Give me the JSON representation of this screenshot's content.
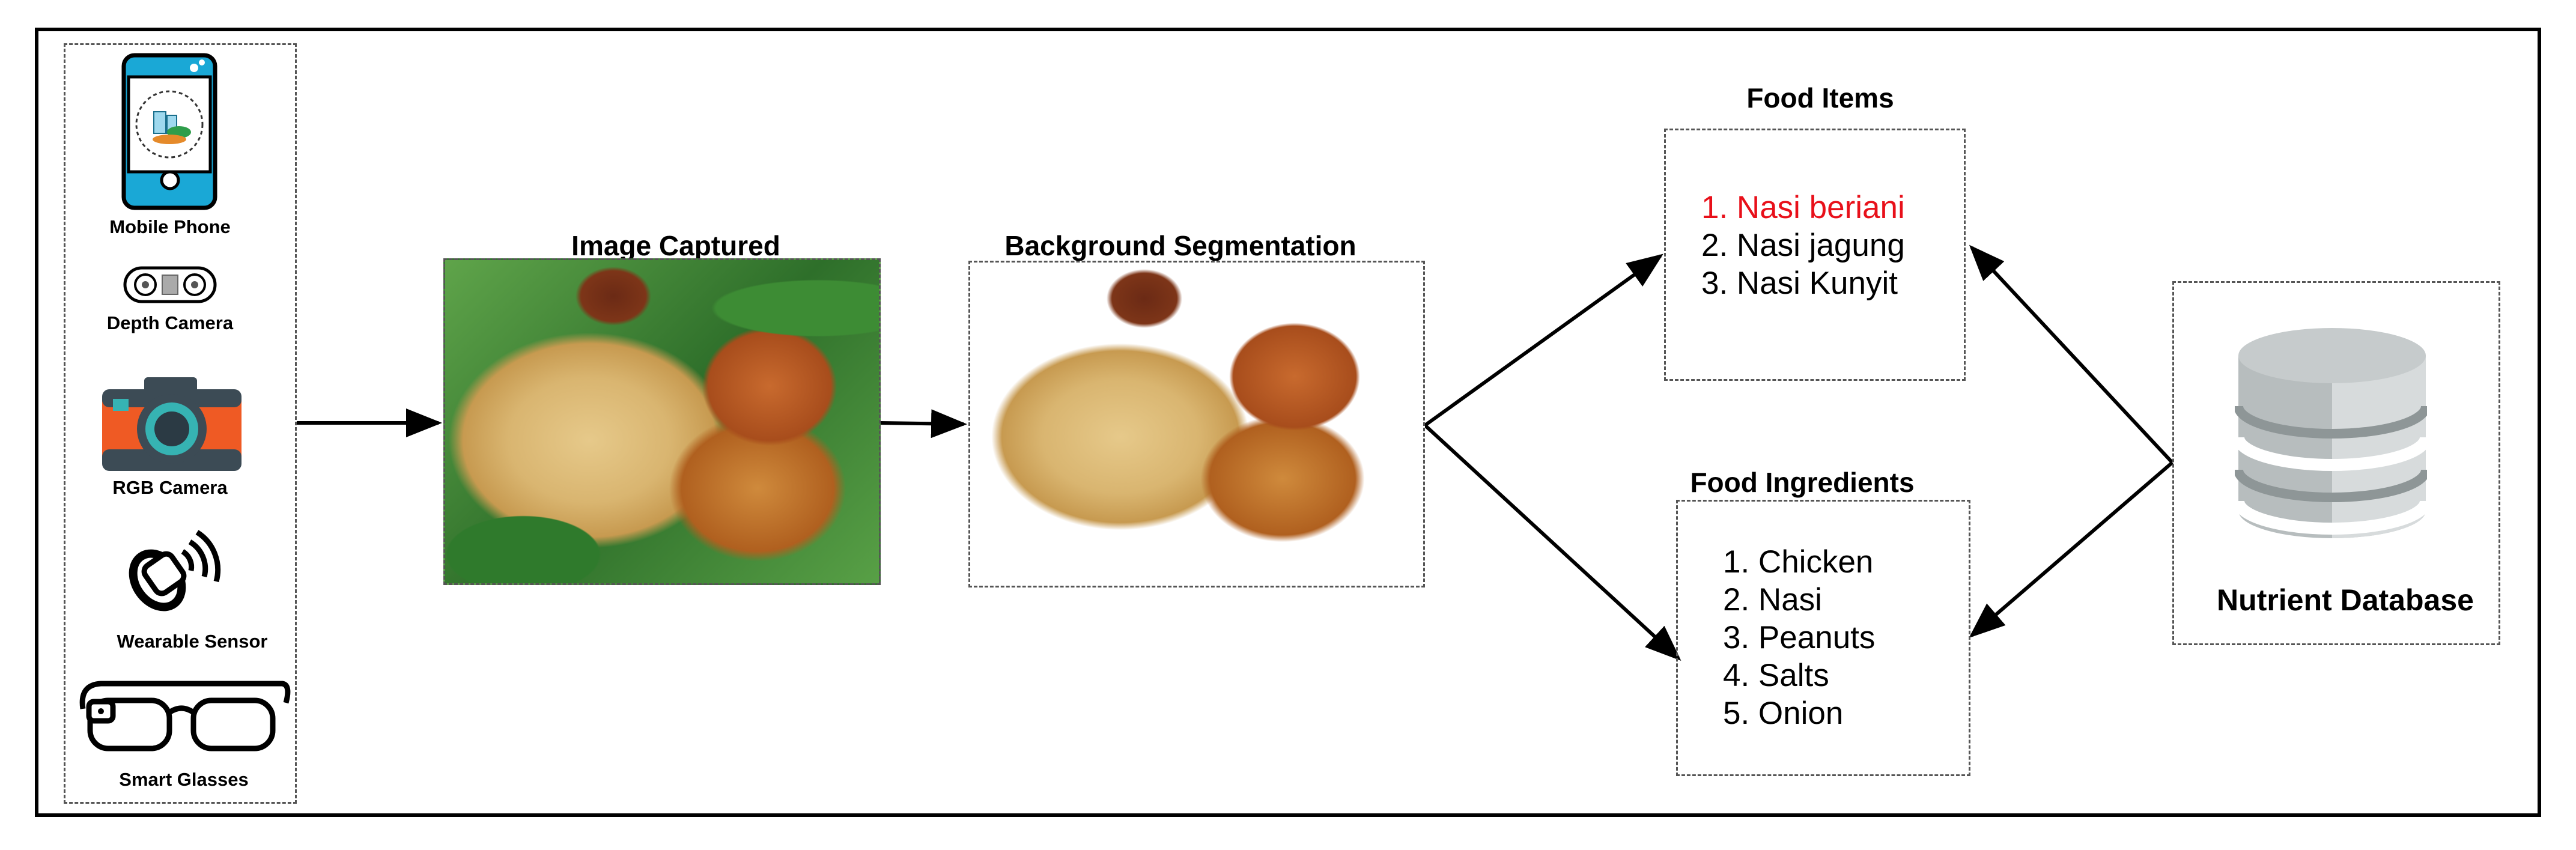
{
  "devices": {
    "mobile_phone": "Mobile Phone",
    "depth_camera": "Depth Camera",
    "rgb_camera": "RGB Camera",
    "wearable_sensor": "Wearable Sensor",
    "smart_glasses": "Smart Glasses"
  },
  "stages": {
    "image_captured": "Image Captured",
    "background_segmentation": "Background Segmentation"
  },
  "food_items": {
    "title": "Food Items",
    "items": [
      "1. Nasi beriani",
      "2. Nasi jagung",
      "3. Nasi Kunyit"
    ]
  },
  "food_ingredients": {
    "title": "Food Ingredients",
    "items": [
      "1. Chicken",
      "2. Nasi",
      "3. Peanuts",
      "4. Salts",
      "5. Onion"
    ]
  },
  "database": {
    "label": "Nutrient Database"
  },
  "colors": {
    "highlight": "#e8101a",
    "phone": "#1aa8d6",
    "camera": "#ef5a24",
    "db": "#b7bdbe"
  },
  "icons": [
    "phone-icon",
    "depth-camera-icon",
    "camera-icon",
    "wearable-sensor-icon",
    "smart-glasses-icon",
    "database-icon"
  ]
}
